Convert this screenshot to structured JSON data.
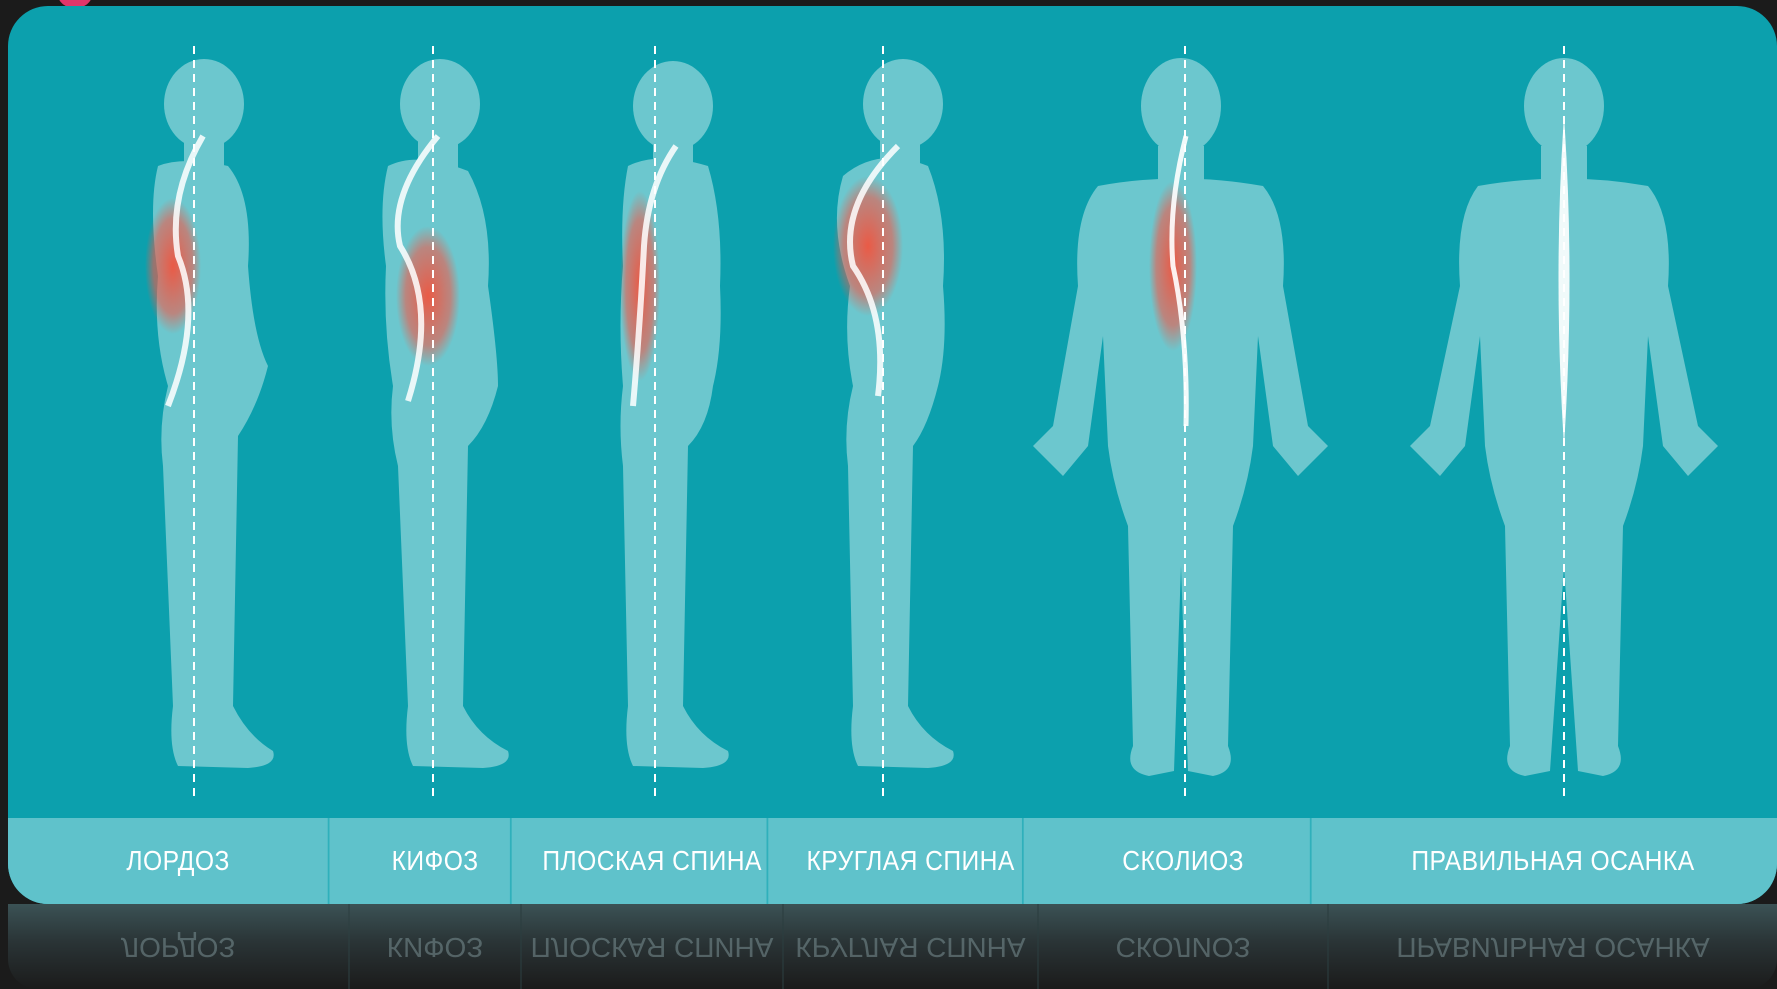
{
  "labels": [
    "ЛОРДОЗ",
    "КИФОЗ",
    "ПЛОСКАЯ СПИНА",
    "КРУГЛАЯ СПИНА",
    "СКОЛИОЗ",
    "ПРАВИЛЬНАЯ ОСАНКА"
  ],
  "colors": {
    "background": "#0ca0ad",
    "figure": "#6cc7ce",
    "label_bar": "#5fc2cb",
    "highlight": "#ee5a4a",
    "spine": "#ffffff"
  }
}
